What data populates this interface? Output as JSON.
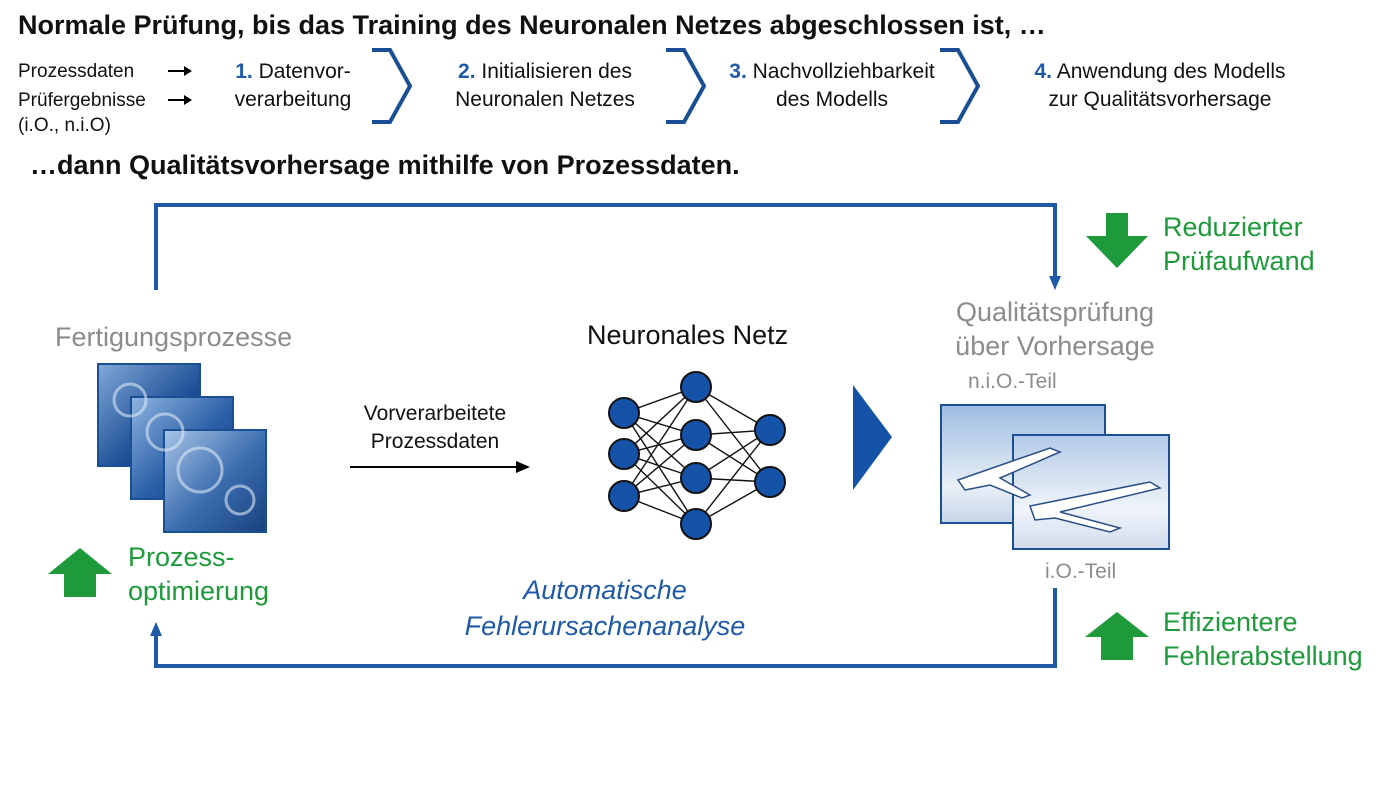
{
  "header": {
    "title": "Normale Prüfung, bis das Training des Neuronalen Netzes abgeschlossen ist, …",
    "subtitle": "…dann Qualitätsvorhersage mithilfe von Prozessdaten."
  },
  "inputs": {
    "prozessdaten": "Prozessdaten",
    "pruefergebnisse": "Prüfergebnisse",
    "pruefergebnisse_detail": "(i.O., n.i.O)"
  },
  "steps": [
    {
      "num": "1.",
      "line1": "Datenvor-",
      "line2": "verarbeitung"
    },
    {
      "num": "2.",
      "line1": "Initialisieren des",
      "line2": "Neuronalen Netzes"
    },
    {
      "num": "3.",
      "line1": "Nachvollziehbarkeit",
      "line2": "des Modells"
    },
    {
      "num": "4.",
      "line1": "Anwendung des Modells",
      "line2": "zur Qualitätsvorhersage"
    }
  ],
  "diagram": {
    "fertigung_title": "Fertigungsprozesse",
    "nn_title": "Neuronales Netz",
    "arrow_label_line1": "Vorverarbeitete",
    "arrow_label_line2": "Prozessdaten",
    "qp_line1": "Qualitätsprüfung",
    "qp_line2": "über Vorhersage",
    "nio_label": "n.i.O.-Teil",
    "io_label": "i.O.-Teil",
    "reduced_line1": "Reduzierter",
    "reduced_line2": "Prüfaufwand",
    "optim_line1": "Prozess-",
    "optim_line2": "optimierung",
    "analysis_line1": "Automatische",
    "analysis_line2": "Fehlerursachenanalyse",
    "effizient_line1": "Effizientere",
    "effizient_line2": "Fehlerabstellung"
  },
  "colors": {
    "accent_blue": "#1f5aa8",
    "green": "#1e9a3b",
    "grey_text": "#8c8c8c",
    "node_fill": "#1553a8"
  }
}
